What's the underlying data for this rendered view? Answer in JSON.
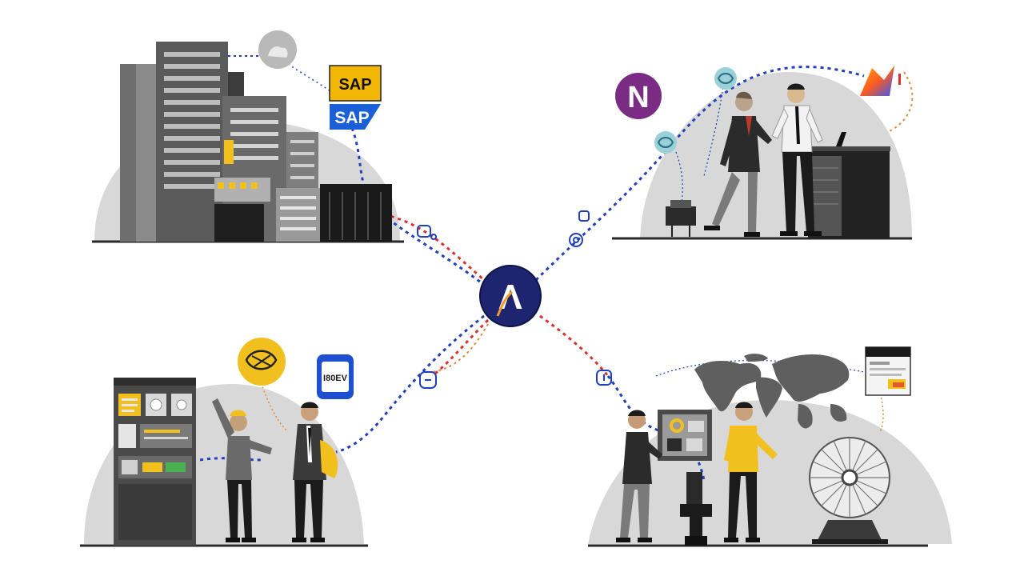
{
  "logos": {
    "sap_top": "SAP",
    "sap_bottom": "SAP",
    "n_logo": "N",
    "hub_logo": "Λ",
    "tag_label": "I80EV"
  },
  "colors": {
    "blue_dash": "#1f3fbf",
    "red_dash": "#d9322a",
    "orange_dash": "#e08a3c",
    "sap_yellow": "#f2b705",
    "sap_blue": "#1a5fd6",
    "n_purple": "#7a2b83",
    "hub_navy": "#1d2470",
    "accent_yellow": "#f1bf1e",
    "gray_blob": "#d6d6d6",
    "dark_gray": "#3a3a3a"
  },
  "icons": [
    "person-icon",
    "connector-icon",
    "globe-map-icon",
    "wheel-icon",
    "sap-logo",
    "n-logo",
    "hub-logo",
    "flame-logo"
  ]
}
